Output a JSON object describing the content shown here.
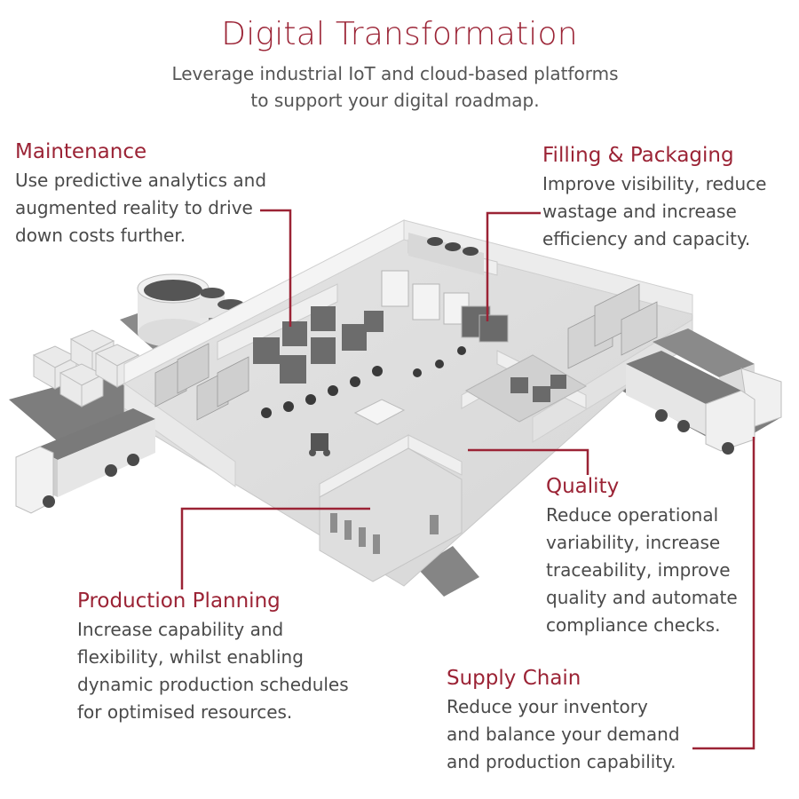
{
  "header": {
    "title": "Digital Transformation",
    "subtitle_lines": [
      "Leverage industrial IoT and cloud-based platforms",
      "to support your digital roadmap."
    ]
  },
  "callouts": {
    "maintenance": {
      "title": "Maintenance",
      "lines": [
        "Use predictive analytics and",
        "augmented reality to drive",
        "down costs further."
      ]
    },
    "filling": {
      "title": "Filling & Packaging",
      "lines": [
        "Improve visibility, reduce",
        "wastage and increase",
        "efficiency and capacity."
      ]
    },
    "quality": {
      "title": "Quality",
      "lines": [
        "Reduce operational",
        "variability, increase",
        "traceability, improve",
        "quality and automate",
        "compliance checks."
      ]
    },
    "production": {
      "title": "Production Planning",
      "lines": [
        "Increase capability and",
        "flexibility, whilst enabling",
        "dynamic production schedules",
        "for optimised resources."
      ]
    },
    "supply": {
      "title": "Supply Chain",
      "lines": [
        "Reduce your inventory",
        "and balance your demand",
        "and production capability."
      ]
    }
  },
  "colors": {
    "accent": "#9b2335",
    "text": "#4a4a4a"
  }
}
